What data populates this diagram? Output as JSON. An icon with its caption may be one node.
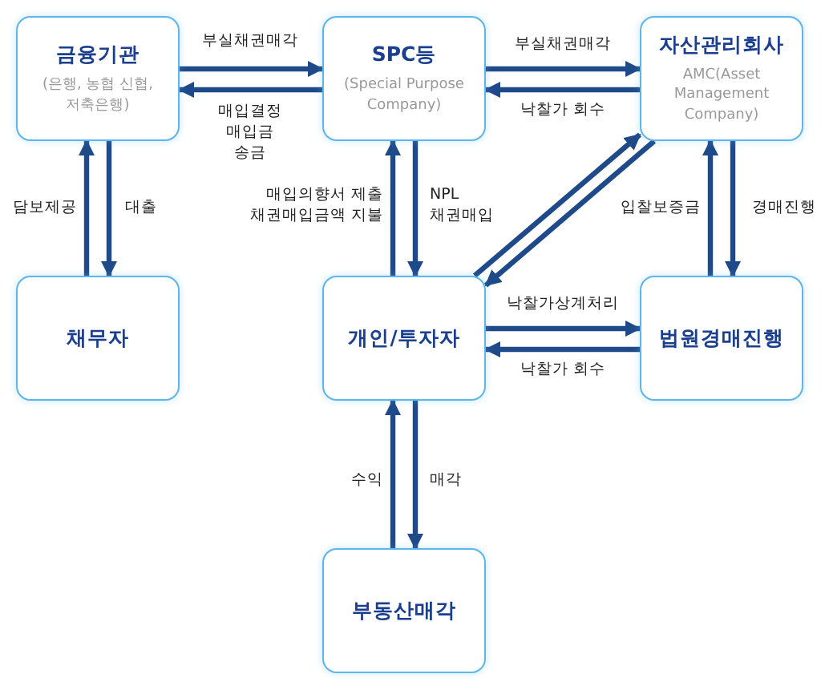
{
  "diagram": {
    "nodes": [
      {
        "text": [
          "금융기관",
          "(은행, 농협 신협,저축은행)"
        ]
      },
      {
        "text": [
          "SPC등",
          "(Special Purpose Company)"
        ]
      },
      {
        "text": [
          "자산관리회사",
          "AMC(Asset Management Company)"
        ]
      },
      {
        "text": [
          "채무자"
        ]
      },
      {
        "text": [
          "개인/투자자"
        ]
      },
      {
        "text": [
          "법원경매진행"
        ]
      },
      {
        "text": [
          "부동산매각"
        ]
      }
    ],
    "edges": [
      {
        "from": 0,
        "to": 1,
        "arrow": "to",
        "label": "부실채권매각"
      },
      {
        "from": 1,
        "to": 0,
        "arrow": "to",
        "label": "매입결정 매입금 송금"
      },
      {
        "from": 1,
        "to": 2,
        "arrow": "to",
        "label": "부실채권매각"
      },
      {
        "from": 2,
        "to": 1,
        "arrow": "to",
        "label": "낙찰가 회수"
      },
      {
        "from": 3,
        "to": 0,
        "arrow": "to",
        "label": "담보제공"
      },
      {
        "from": 0,
        "to": 3,
        "arrow": "to",
        "label": "대출"
      },
      {
        "from": 4,
        "to": 1,
        "arrow": "to",
        "label": "매입의향서 제출 채권매입금액 지불"
      },
      {
        "from": 1,
        "to": 4,
        "arrow": "to",
        "label": "NPL 채권매입"
      },
      {
        "from": 4,
        "to": 2,
        "arrow": "to"
      },
      {
        "from": 2,
        "to": 4,
        "arrow": "to"
      },
      {
        "from": 5,
        "to": 2,
        "arrow": "to",
        "label": "입찰보증금"
      },
      {
        "from": 2,
        "to": 5,
        "arrow": "to",
        "label": "경매진행"
      },
      {
        "from": 4,
        "to": 5,
        "arrow": "to",
        "label": "낙찰가상계처리"
      },
      {
        "from": 5,
        "to": 4,
        "arrow": "to",
        "label": "낙찰가 회수"
      },
      {
        "from": 6,
        "to": 4,
        "arrow": "to",
        "label": "수익"
      },
      {
        "from": 4,
        "to": 6,
        "arrow": "to",
        "label": "매각"
      }
    ]
  }
}
